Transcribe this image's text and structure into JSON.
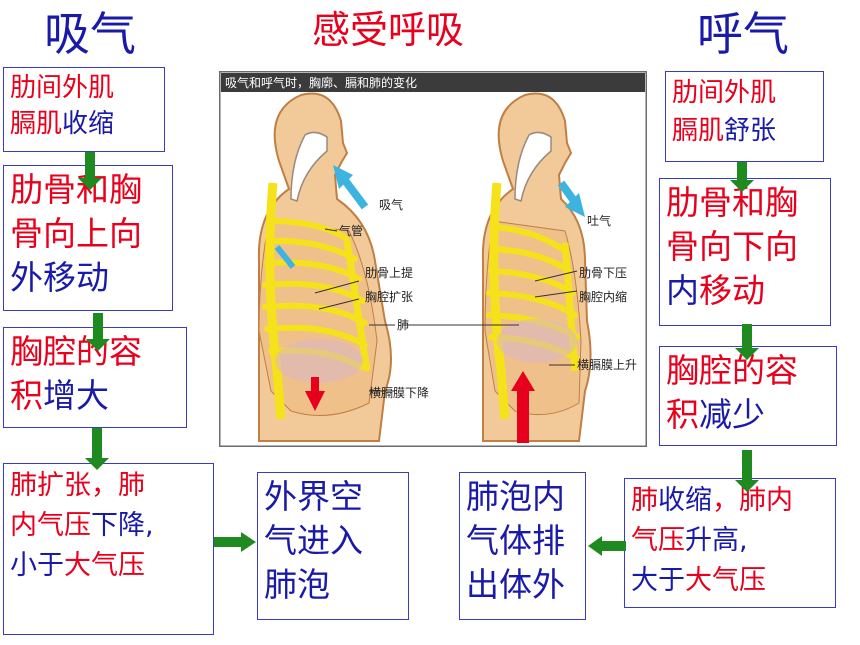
{
  "titles": {
    "inhale": "吸气",
    "main": "感受呼吸",
    "exhale": "呼气"
  },
  "inhale_steps": {
    "step1": [
      [
        {
          "t": "肋间外肌",
          "c": "red"
        }
      ],
      [
        {
          "t": "膈肌",
          "c": "red"
        },
        {
          "t": "收缩",
          "c": "blue"
        }
      ]
    ],
    "step2": [
      [
        {
          "t": "肋骨和胸",
          "c": "red"
        }
      ],
      [
        {
          "t": "骨向上向",
          "c": "red"
        }
      ],
      [
        {
          "t": "外移动",
          "c": "blue"
        }
      ]
    ],
    "step3": [
      [
        {
          "t": "胸腔的容",
          "c": "red"
        }
      ],
      [
        {
          "t": "积",
          "c": "red"
        },
        {
          "t": "增大",
          "c": "blue"
        }
      ]
    ],
    "step4": [
      [
        {
          "t": "肺扩张，肺",
          "c": "red"
        }
      ],
      [
        {
          "t": "内气压",
          "c": "red"
        },
        {
          "t": "下降,",
          "c": "blue"
        }
      ],
      [
        {
          "t": "小于",
          "c": "blue"
        },
        {
          "t": "大气压",
          "c": "red"
        }
      ]
    ],
    "result": [
      [
        {
          "t": "外界空",
          "c": "blue"
        }
      ],
      [
        {
          "t": "气进入",
          "c": "blue"
        }
      ],
      [
        {
          "t": "肺泡",
          "c": "blue"
        }
      ]
    ]
  },
  "exhale_steps": {
    "step1": [
      [
        {
          "t": "肋间外肌",
          "c": "red"
        }
      ],
      [
        {
          "t": "膈肌",
          "c": "red"
        },
        {
          "t": "舒张",
          "c": "blue"
        }
      ]
    ],
    "step2": [
      [
        {
          "t": "肋骨和胸",
          "c": "red"
        }
      ],
      [
        {
          "t": "骨向下向",
          "c": "red"
        }
      ],
      [
        {
          "t": "内",
          "c": "blue"
        },
        {
          "t": "移动",
          "c": "red"
        }
      ]
    ],
    "step3": [
      [
        {
          "t": "胸腔的容",
          "c": "red"
        }
      ],
      [
        {
          "t": "积",
          "c": "red"
        },
        {
          "t": "减少",
          "c": "blue"
        }
      ]
    ],
    "step4": [
      [
        {
          "t": "肺",
          "c": "red"
        },
        {
          "t": "收缩",
          "c": "blue"
        },
        {
          "t": "，肺内",
          "c": "red"
        }
      ],
      [
        {
          "t": "气压",
          "c": "red"
        },
        {
          "t": "升高,",
          "c": "blue"
        }
      ],
      [
        {
          "t": "大于",
          "c": "blue"
        },
        {
          "t": "大气压",
          "c": "red"
        }
      ]
    ],
    "result": [
      [
        {
          "t": "肺泡内",
          "c": "blue"
        }
      ],
      [
        {
          "t": "气体排",
          "c": "blue"
        }
      ],
      [
        {
          "t": "出体外",
          "c": "blue"
        }
      ]
    ]
  },
  "figure": {
    "caption": "吸气和呼气时，胸廓、膈和肺的变化",
    "labels": {
      "inhale": "吸气",
      "trachea": "气管",
      "ribs_up": "肋骨上提",
      "chest_expand": "胸腔扩张",
      "lung": "肺",
      "diaphragm_down": "横膈膜下降",
      "exhale": "吐气",
      "ribs_down": "肋骨下压",
      "chest_shrink": "胸腔内缩",
      "diaphragm_up": "横膈膜上升"
    }
  },
  "colors": {
    "red": "#e8001c",
    "blue": "#1a1aa8",
    "arrow_green": "#1f8a1f",
    "box_border": "#3a3acb",
    "body_fill": "#f2c999",
    "skeleton": "#f5e21a",
    "air_arrow": "#3db4df"
  }
}
